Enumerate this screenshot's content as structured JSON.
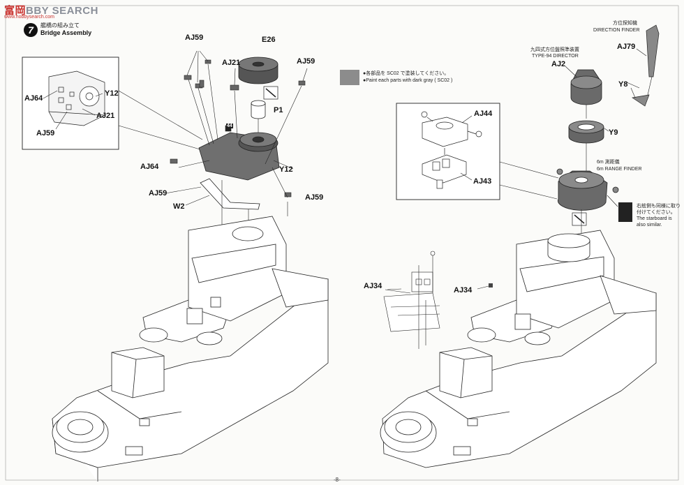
{
  "watermark": {
    "brand_cn": "富岡",
    "brand_en": "BBY SEARCH",
    "url": "www.hobbysearch.com"
  },
  "step": {
    "number": "7",
    "title_jp": "艦橋の組み立て",
    "title_en": "Bridge Assembly"
  },
  "labels": {
    "aj59_top": "AJ59",
    "e26": "E26",
    "aj21_top": "AJ21",
    "aj59_right": "AJ59",
    "aj64_inset": "AJ64",
    "y12_inset": "Y12",
    "aj21_inset": "AJ21",
    "aj59_inset": "AJ59",
    "p1": "P1",
    "y12_main": "Y12",
    "aj64_main": "AJ64",
    "aj59_mid": "AJ59",
    "w2": "W2",
    "aj59_low": "AJ59",
    "aj34_left": "AJ34",
    "aj34_right": "AJ34",
    "aj79": "AJ79",
    "aj2": "AJ2",
    "y8": "Y8",
    "y9": "Y9",
    "aj44": "AJ44",
    "aj43": "AJ43",
    "marker_44": "44"
  },
  "paint_note": {
    "jp": "●各部品を SC02 で塗装してください。",
    "en": "●Paint each parts with dark gray ( SC02 )"
  },
  "callouts": {
    "direction_finder_jp": "方位探知機",
    "direction_finder_en": "DIRECTION FINDER",
    "director_jp": "九四式方位盤照準装置",
    "director_en": "TYPE-94 DIRECTOR",
    "range_finder_jp": "6m 測距儀",
    "range_finder_en": "6m RANGE FINDER",
    "starboard_jp1": "右舷側も同様に取り",
    "starboard_jp2": "付けてください。",
    "starboard_en1": "The starboard is",
    "starboard_en2": "also similar."
  },
  "page_number": "-8-",
  "colors": {
    "part_gray": "#7a7a7a",
    "dark_part": "#5a5a5a",
    "line": "#2a2a2a",
    "brand_red": "#c9302c"
  }
}
